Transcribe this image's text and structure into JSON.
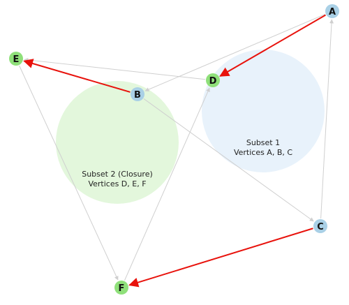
{
  "subsets": {
    "subset1": {
      "title": "Subset 1",
      "subtitle": "Vertices A, B, C",
      "color": "#e8f2fb"
    },
    "subset2": {
      "title": "Subset 2 (Closure)",
      "subtitle": "Vertices D, E, F",
      "color": "#e3f7dc"
    }
  },
  "nodes": {
    "A": {
      "label": "A",
      "color": "#a9d0e6"
    },
    "B": {
      "label": "B",
      "color": "#a9d0e6"
    },
    "C": {
      "label": "C",
      "color": "#a9d0e6"
    },
    "D": {
      "label": "D",
      "color": "#8fe07a"
    },
    "E": {
      "label": "E",
      "color": "#8fe07a"
    },
    "F": {
      "label": "F",
      "color": "#8fe07a"
    }
  },
  "edges": [
    {
      "from": "A",
      "to": "D",
      "highlight": true
    },
    {
      "from": "B",
      "to": "E",
      "highlight": true
    },
    {
      "from": "C",
      "to": "F",
      "highlight": true
    },
    {
      "from": "A",
      "to": "B",
      "highlight": false
    },
    {
      "from": "B",
      "to": "C",
      "highlight": false
    },
    {
      "from": "C",
      "to": "A",
      "highlight": false
    },
    {
      "from": "D",
      "to": "E",
      "highlight": false
    },
    {
      "from": "E",
      "to": "F",
      "highlight": false
    },
    {
      "from": "F",
      "to": "D",
      "highlight": false
    }
  ],
  "colors": {
    "highlight_edge": "#e8120c",
    "normal_edge": "#cfcfcf"
  }
}
